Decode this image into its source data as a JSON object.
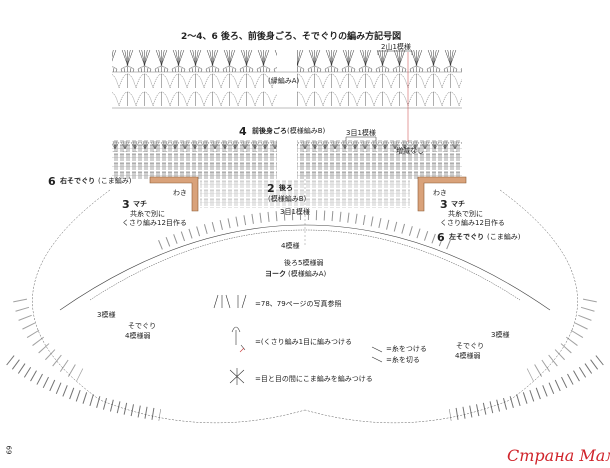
{
  "title": "2〜4、6 後ろ、前後身ごろ、そでぐりの編み方記号図",
  "labels": {
    "yamamoyo": "2山1模様",
    "edge_a": "(縁編みA)",
    "front_back_num": "4",
    "front_back": "前後身ごろ",
    "front_back_pattern": "(模様編みB)",
    "top_repeat": "3目1模様",
    "no_inc_dec": "増減なし",
    "right_armhole_num": "6",
    "right_armhole": "右そでぐり",
    "right_armhole_sub": "(こま編み)",
    "left_armhole_num": "6",
    "left_armhole": "左そでぐり",
    "left_armhole_sub": "(こま編み)",
    "back_num": "2",
    "back": "後ろ",
    "back_pattern": "(模様編みB)",
    "center_repeat": "3目1模様",
    "waki_left": "わき",
    "waki_right": "わき",
    "gusset_left_num": "3",
    "gusset_left": "マチ",
    "gusset_left_note1": "共糸で別に",
    "gusset_left_note2": "くさり編み12目作る",
    "gusset_right_num": "3",
    "gusset_right": "マチ",
    "gusset_right_note1": "共糸で別に",
    "gusset_right_note2": "くさり編み12目作る",
    "yoke_repeat": "4模様",
    "yoke_count": "後ろ5模様弱",
    "yoke": "ヨーク",
    "yoke_pattern": "(模様編みA)",
    "left_sleeve_repeat": "3模様",
    "left_sleeve": "そでぐり",
    "left_sleeve_sub": "4模様弱",
    "right_sleeve_repeat": "3模様",
    "right_sleeve": "そでぐり",
    "right_sleeve_sub": "4模様弱",
    "legend1": "=78、79ページの写真参照",
    "legend2": "=(くさり編み1目に編みつける",
    "legend3": "=目と目の間にこま編みを編みつける",
    "key_attach": "=糸をつける",
    "key_cut": "=糸を切る",
    "page_number": "69",
    "watermark": "Страна Мам"
  }
}
